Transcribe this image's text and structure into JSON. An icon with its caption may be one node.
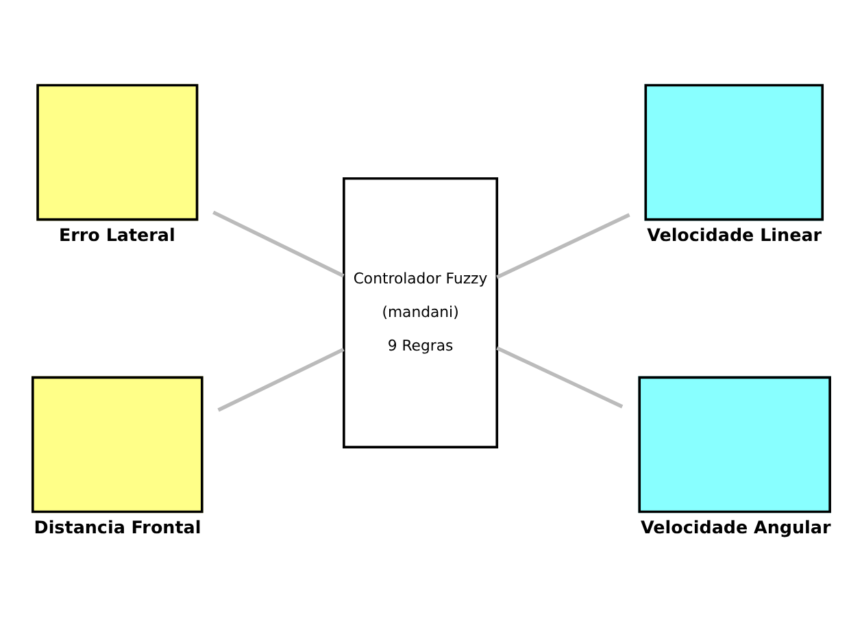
{
  "diagram": {
    "nodes": [
      {
        "text": [
          "Erro Lateral"
        ]
      },
      {
        "text": [
          "Distancia Frontal"
        ]
      },
      {
        "text": [
          "Controlador Fuzzy",
          "(mandani)",
          "9 Regras"
        ]
      },
      {
        "text": [
          "Velocidade Linear"
        ]
      },
      {
        "text": [
          "Velocidade Angular"
        ]
      }
    ],
    "edges": [
      {
        "from": 0,
        "to": 2,
        "arrow": "none"
      },
      {
        "from": 1,
        "to": 2,
        "arrow": "none"
      },
      {
        "from": 2,
        "to": 3,
        "arrow": "none"
      },
      {
        "from": 2,
        "to": 4,
        "arrow": "none"
      }
    ]
  }
}
